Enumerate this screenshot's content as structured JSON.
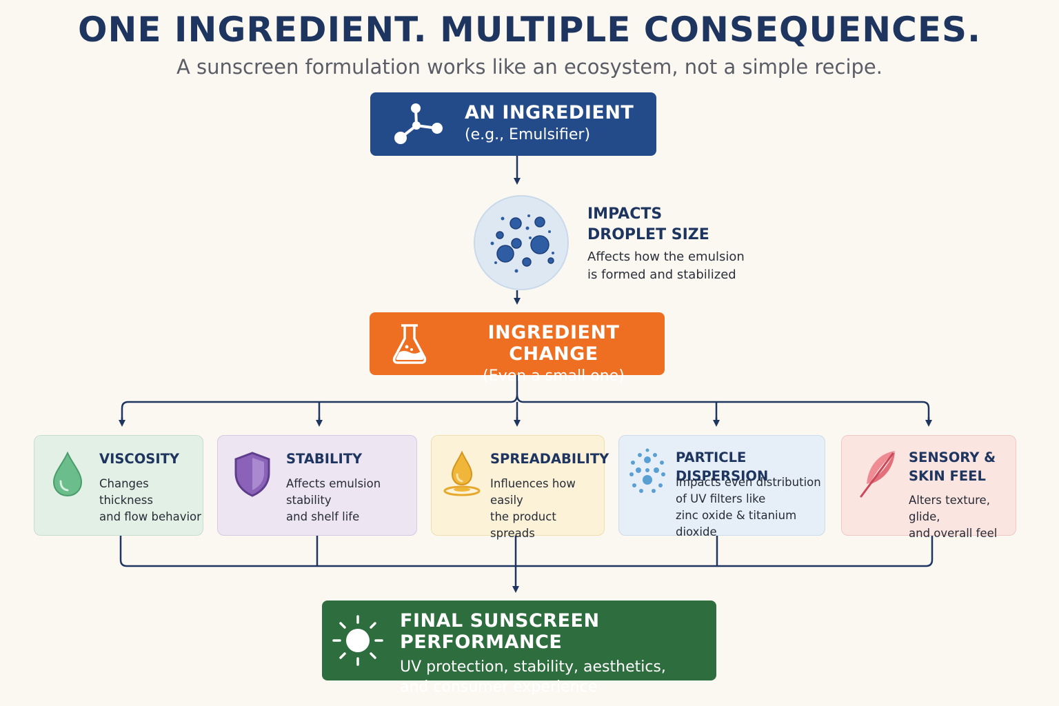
{
  "header": {
    "title": "ONE INGREDIENT. MULTIPLE CONSEQUENCES.",
    "subtitle": "A sunscreen formulation works like an ecosystem, not a simple recipe."
  },
  "ingredient": {
    "title": "AN INGREDIENT",
    "subtitle": "(e.g., Emulsifier)",
    "icon": "molecule-icon"
  },
  "droplet": {
    "title_line1": "IMPACTS",
    "title_line2": "DROPLET SIZE",
    "desc_line1": "Affects how the emulsion",
    "desc_line2": "is formed and stabilized",
    "icon": "droplets-icon"
  },
  "change": {
    "title": "INGREDIENT CHANGE",
    "subtitle": "(Even a small one)",
    "icon": "flask-icon"
  },
  "effects": [
    {
      "title_line1": "VISCOSITY",
      "title_line2": "",
      "desc_line1": "Changes thickness",
      "desc_line2": "and flow behavior",
      "desc_line3": "",
      "icon": "drop-icon",
      "color": "#5fb07f"
    },
    {
      "title_line1": "STABILITY",
      "title_line2": "",
      "desc_line1": "Affects emulsion stability",
      "desc_line2": "and shelf life",
      "desc_line3": "",
      "icon": "shield-icon",
      "color": "#7a55a8"
    },
    {
      "title_line1": "SPREADABILITY",
      "title_line2": "",
      "desc_line1": "Influences how easily",
      "desc_line2": "the product spreads",
      "desc_line3": "",
      "icon": "oil-drop-icon",
      "color": "#e7a92c"
    },
    {
      "title_line1": "PARTICLE DISPERSION",
      "title_line2": "",
      "desc_line1": "Impacts even distribution",
      "desc_line2": "of UV filters like",
      "desc_line3": "zinc oxide & titanium dioxide",
      "icon": "particles-icon",
      "color": "#4a8fc8"
    },
    {
      "title_line1": "SENSORY &",
      "title_line2": "SKIN FEEL",
      "desc_line1": "Alters texture, glide,",
      "desc_line2": "and overall feel",
      "desc_line3": "",
      "icon": "feather-icon",
      "color": "#e26f7a"
    }
  ],
  "final": {
    "title": "FINAL SUNSCREEN PERFORMANCE",
    "desc_line1": "UV protection, stability, aesthetics,",
    "desc_line2": "and consumer experience",
    "icon": "sun-icon"
  },
  "colors": {
    "navy": "#234b8a",
    "orange": "#ee6f22",
    "green": "#2e6d3e",
    "connector": "#1e3560"
  }
}
